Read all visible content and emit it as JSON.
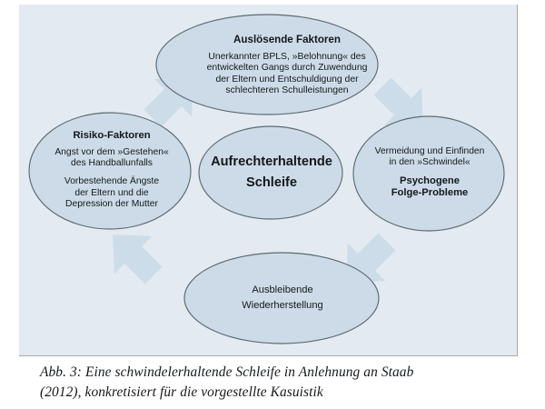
{
  "figure": {
    "frame_bg": "#e4eaf1",
    "ellipse_fill": "#ccdbe7",
    "ellipse_stroke": "#5d6b73",
    "arrow_fill": "#ccdce9"
  },
  "nodes": {
    "trigger": {
      "heading": "Auslösende Faktoren",
      "lines": [
        "Unerkannter BPLS, »Belohnung« des",
        "entwickelten Gangs durch Zuwendung",
        "der Eltern und Entschuldigung der",
        "schlechteren Schulleistungen"
      ]
    },
    "risk": {
      "heading": "Risiko-Faktoren",
      "block_one": [
        "Angst vor dem »Gestehen«",
        "des Handballunfalls"
      ],
      "block_two": [
        "Vorbestehende Ängste",
        "der Eltern und die",
        "Depression der Mutter"
      ]
    },
    "loop": {
      "line_one": "Aufrechterhaltende",
      "line_two": "Schleife"
    },
    "problems": {
      "block_one": [
        "Vermeidung und Einfinden",
        "in den »Schwindel«"
      ],
      "heading_lines": [
        "Psychogene",
        "Folge-Probleme"
      ]
    },
    "recovery": {
      "line_one": "Ausbleibende",
      "line_two": "Wiederherstellung"
    }
  },
  "arrows": {
    "top_left": "arrow-up-right-icon",
    "top_right": "arrow-down-right-icon",
    "bottom_right": "arrow-down-left-icon",
    "bottom_left": "arrow-up-left-icon"
  },
  "caption": {
    "line_one": "Abb. 3: Eine schwindelerhaltende Schleife in Anlehnung an Staab",
    "line_two": "(2012), konkretisiert für die vorgestellte Kasuistik"
  }
}
